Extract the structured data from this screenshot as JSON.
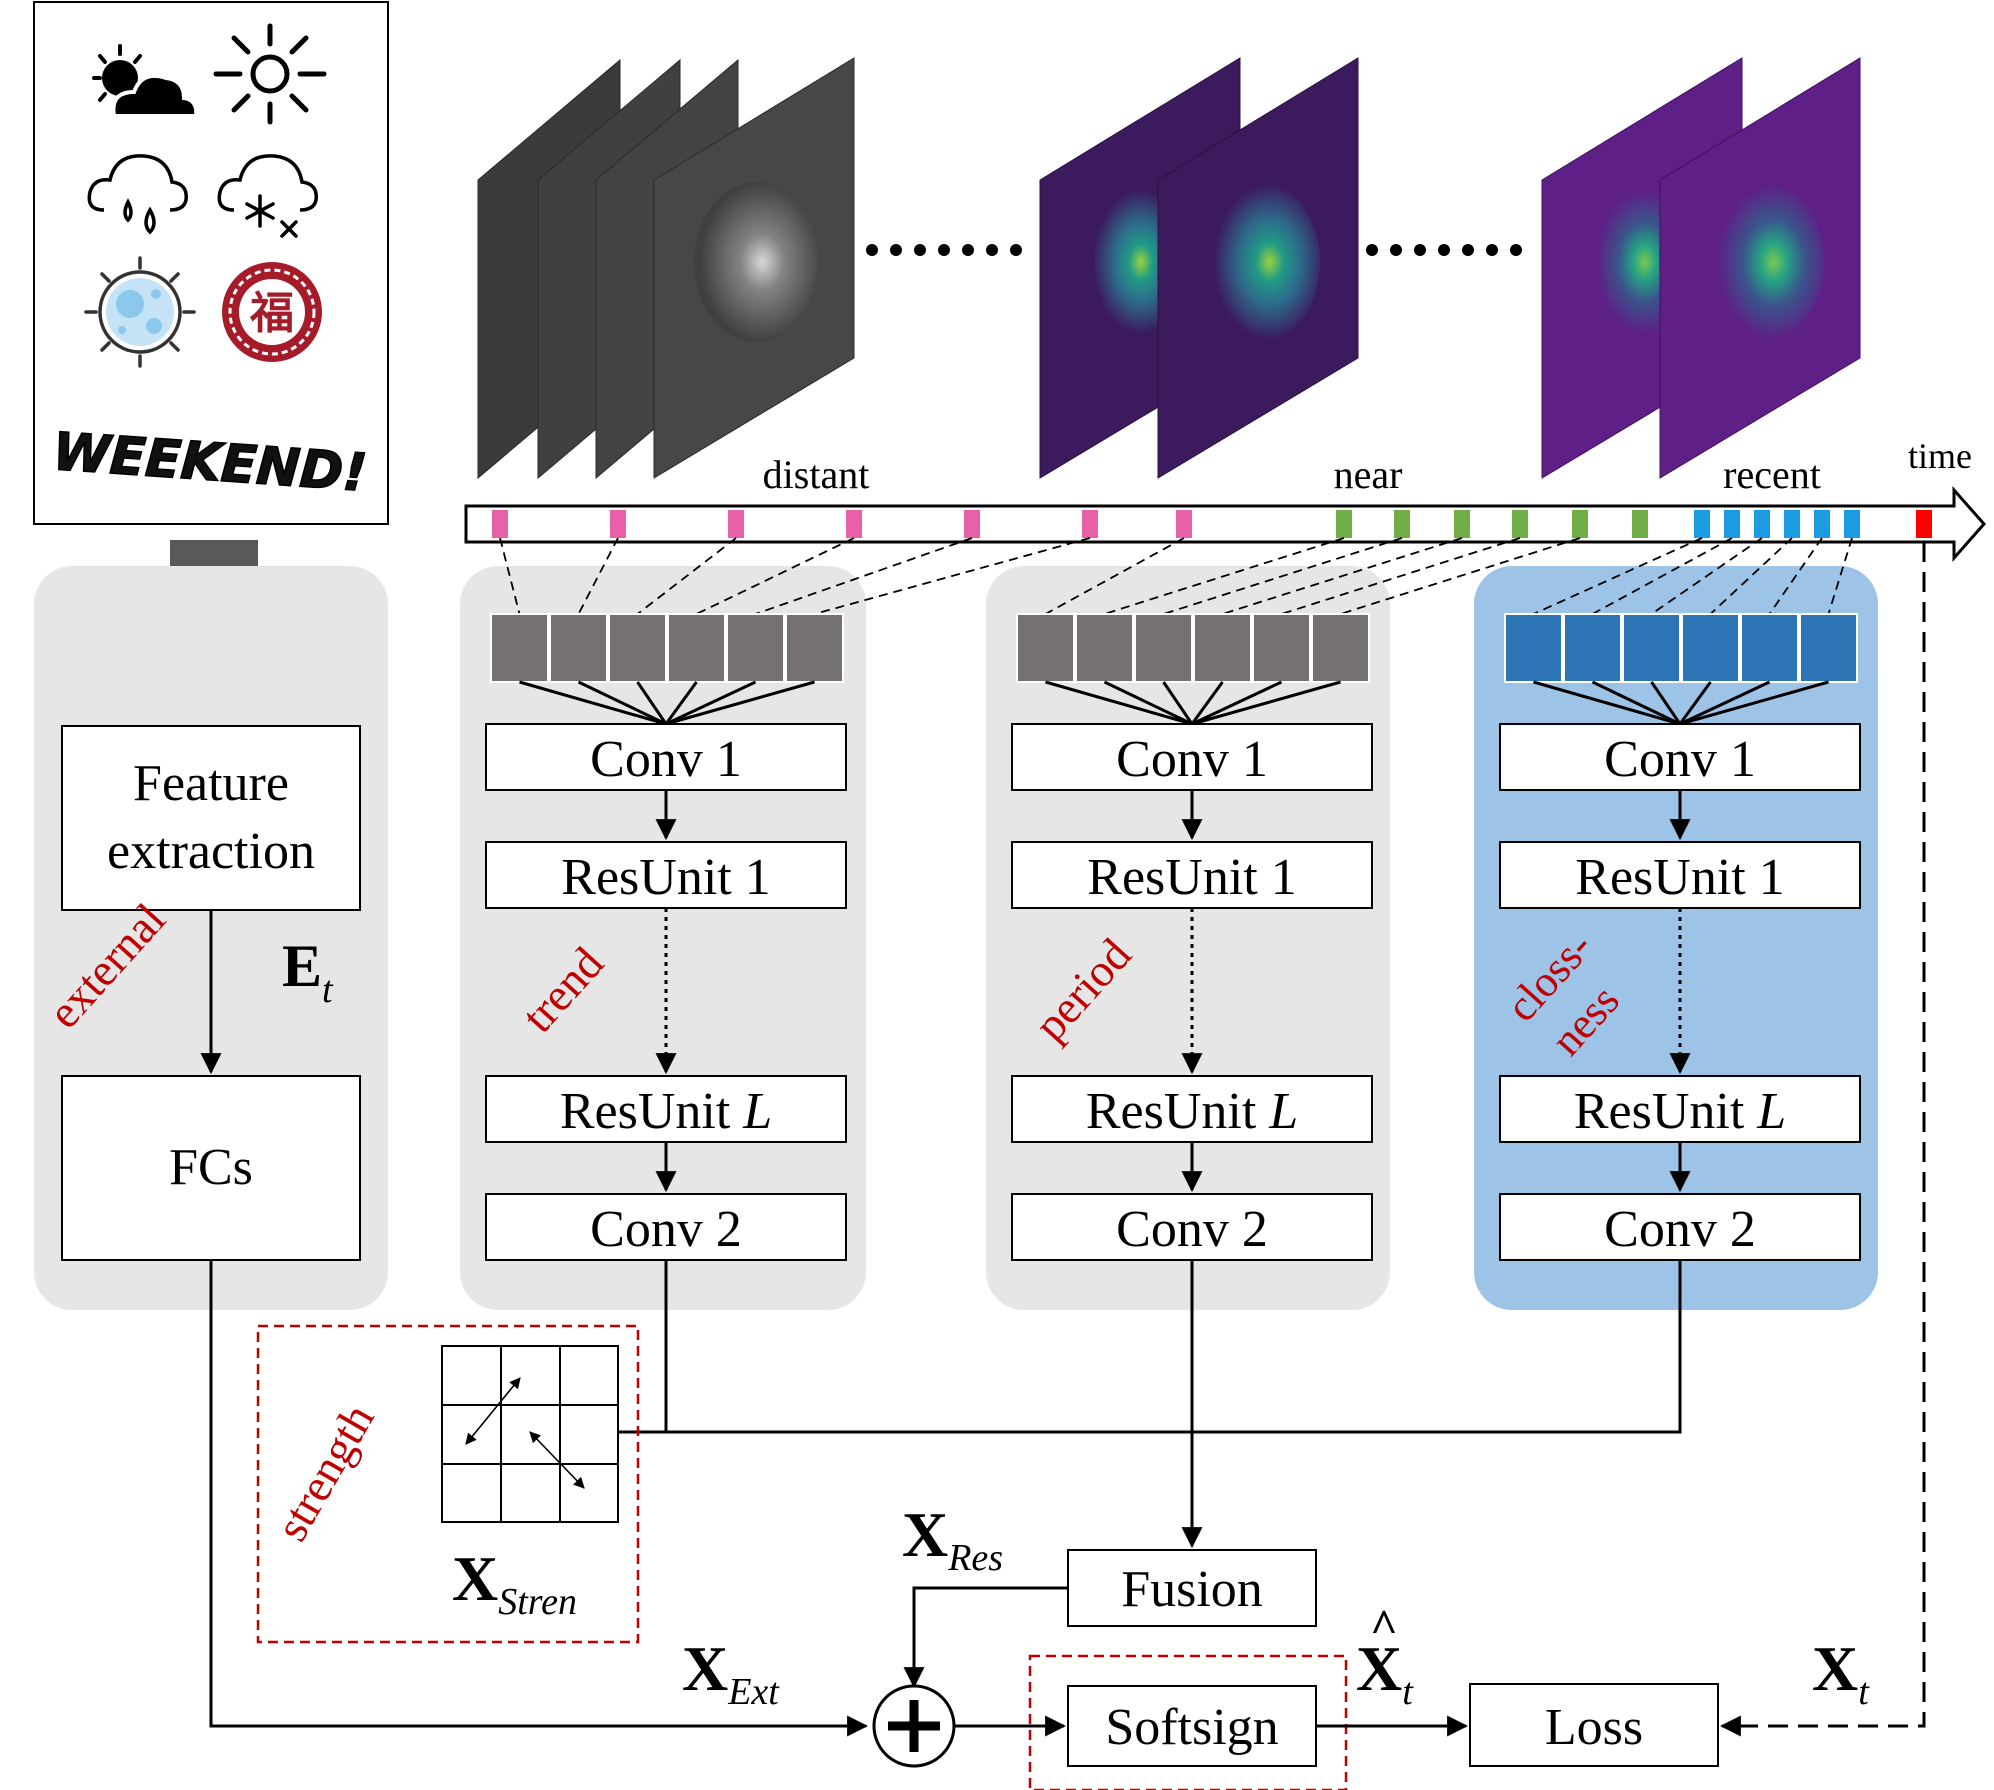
{
  "external_panel": {
    "weekend_label": "WEEKEND!",
    "holiday_glyph": "福",
    "feature_line1": "Feature",
    "feature_line2": "extraction",
    "et_main": "E",
    "et_sub": "t",
    "side_label": "external",
    "fcs_label": "FCs"
  },
  "timeline": {
    "distant_label": "distant",
    "near_label": "near",
    "recent_label": "recent",
    "time_label": "time"
  },
  "branches": {
    "trend": {
      "side_label": "trend",
      "conv1": "Conv 1",
      "res1": "ResUnit 1",
      "resL_text": "ResUnit ",
      "resL_var": "L",
      "conv2": "Conv 2"
    },
    "period": {
      "side_label": "period",
      "conv1": "Conv 1",
      "res1": "ResUnit 1",
      "resL_text": "ResUnit ",
      "resL_var": "L",
      "conv2": "Conv 2"
    },
    "closeness": {
      "side_label_line1": "closs-",
      "side_label_line2": "ness",
      "conv1": "Conv 1",
      "res1": "ResUnit 1",
      "resL_text": "ResUnit ",
      "resL_var": "L",
      "conv2": "Conv 2"
    }
  },
  "strength": {
    "side_label": "strength",
    "x_main": "X",
    "x_sub": "Stren"
  },
  "fusion_stage": {
    "fusion_label": "Fusion",
    "xres_main": "X",
    "xres_sub": "Res",
    "xext_main": "X",
    "xext_sub": "Ext",
    "softsign_label": "Softsign",
    "xhat_main": "X",
    "xhat_sub": "t",
    "loss_label": "Loss",
    "xt_main": "X",
    "xt_sub": "t"
  },
  "colors": {
    "panel_gray": "#e6e6e6",
    "panel_blue": "#9dc3e6",
    "cell_gray": "#767171",
    "cell_blue": "#2e75b6",
    "label_red": "#c00000",
    "tick_pink": "#e860a8",
    "tick_green": "#70ad47",
    "tick_blue": "#1c9ce0",
    "tick_red": "#ff0000",
    "arrow_gray": "#595959",
    "gray_map": "#3f3f3f",
    "viridis_map": "#3c1a5e",
    "purple_map": "#5e1f86"
  },
  "icons": [
    "partly-cloudy-icon",
    "sun-icon",
    "rain-icon",
    "snow-icon",
    "virus-icon",
    "holiday-seal-icon"
  ]
}
